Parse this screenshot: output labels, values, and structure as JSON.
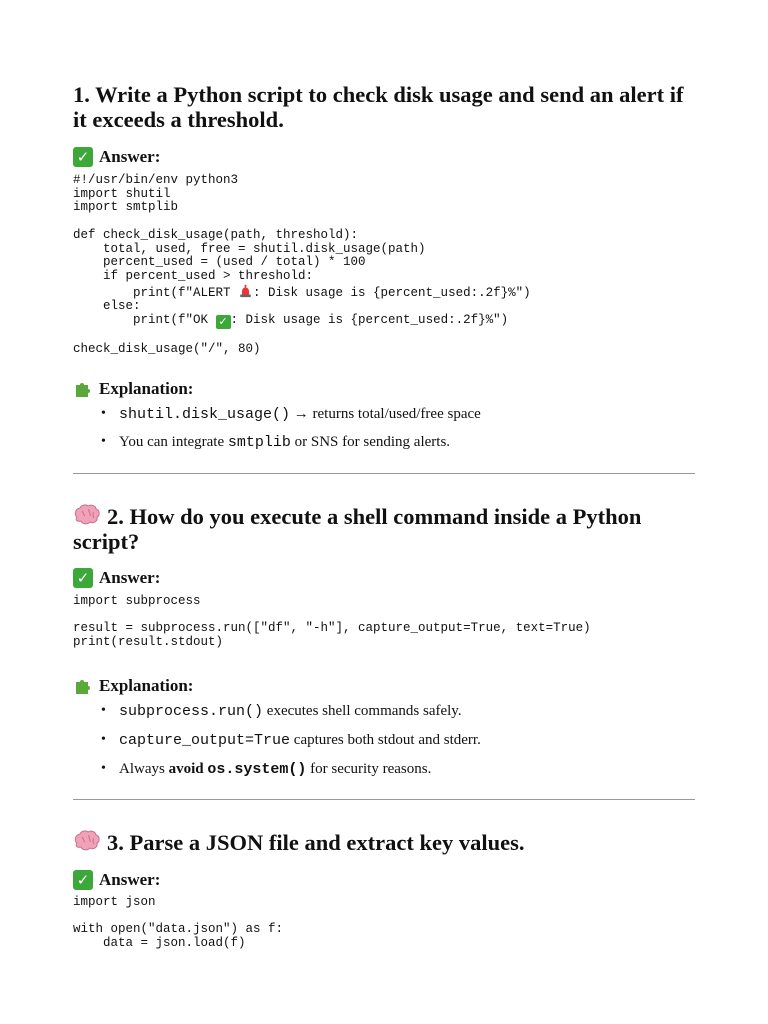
{
  "q1": {
    "title": "1. Write a Python script to check disk usage and send an alert if it exceeds a threshold.",
    "answer_label": "Answer:",
    "code": [
      "#!/usr/bin/env python3",
      "import shutil",
      "import smtplib",
      "",
      "def check_disk_usage(path, threshold):",
      "    total, used, free = shutil.disk_usage(path)",
      "    percent_used = (used / total) * 100",
      "    if percent_used > threshold:",
      "        print(f\"ALERT ",
      ": Disk usage is {percent_used:.2f}%\")",
      "    else:",
      "        print(f\"OK ",
      ": Disk usage is {percent_used:.2f}%\")",
      "",
      "check_disk_usage(\"/\", 80)"
    ],
    "explanation_label": "Explanation:",
    "bullets": {
      "b1_code": "shutil.disk_usage()",
      "b1_text": " → returns total/used/free space",
      "b2_pre": "You can integrate ",
      "b2_code": "smtplib",
      "b2_post": " or SNS for sending alerts."
    }
  },
  "q2": {
    "title": "2. How do you execute a shell command inside a Python script?",
    "answer_label": "Answer:",
    "code": "import subprocess\n\nresult = subprocess.run([\"df\", \"-h\"], capture_output=True, text=True)\nprint(result.stdout)",
    "explanation_label": "Explanation:",
    "bullets": {
      "b1_code": "subprocess.run()",
      "b1_text": " executes shell commands safely.",
      "b2_code": "capture_output=True",
      "b2_text": " captures both stdout and stderr.",
      "b3_pre": "Always ",
      "b3_bold": "avoid ",
      "b3_code": "os.system()",
      "b3_post": " for security reasons."
    }
  },
  "q3": {
    "title": "3. Parse a JSON file and extract key values.",
    "answer_label": "Answer:",
    "code": "import json\n\nwith open(\"data.json\") as f:\n    data = json.load(f)"
  },
  "colors": {
    "check_green": "#3da83a",
    "puzzle_green": "#5aa83a",
    "brain_pink": "#f0a3b8",
    "rule_gray": "#9a9a9a"
  },
  "icons": {
    "answer": "check-mark-icon",
    "explanation": "puzzle-piece-icon",
    "question": "brain-icon",
    "alert": "siren-icon"
  }
}
